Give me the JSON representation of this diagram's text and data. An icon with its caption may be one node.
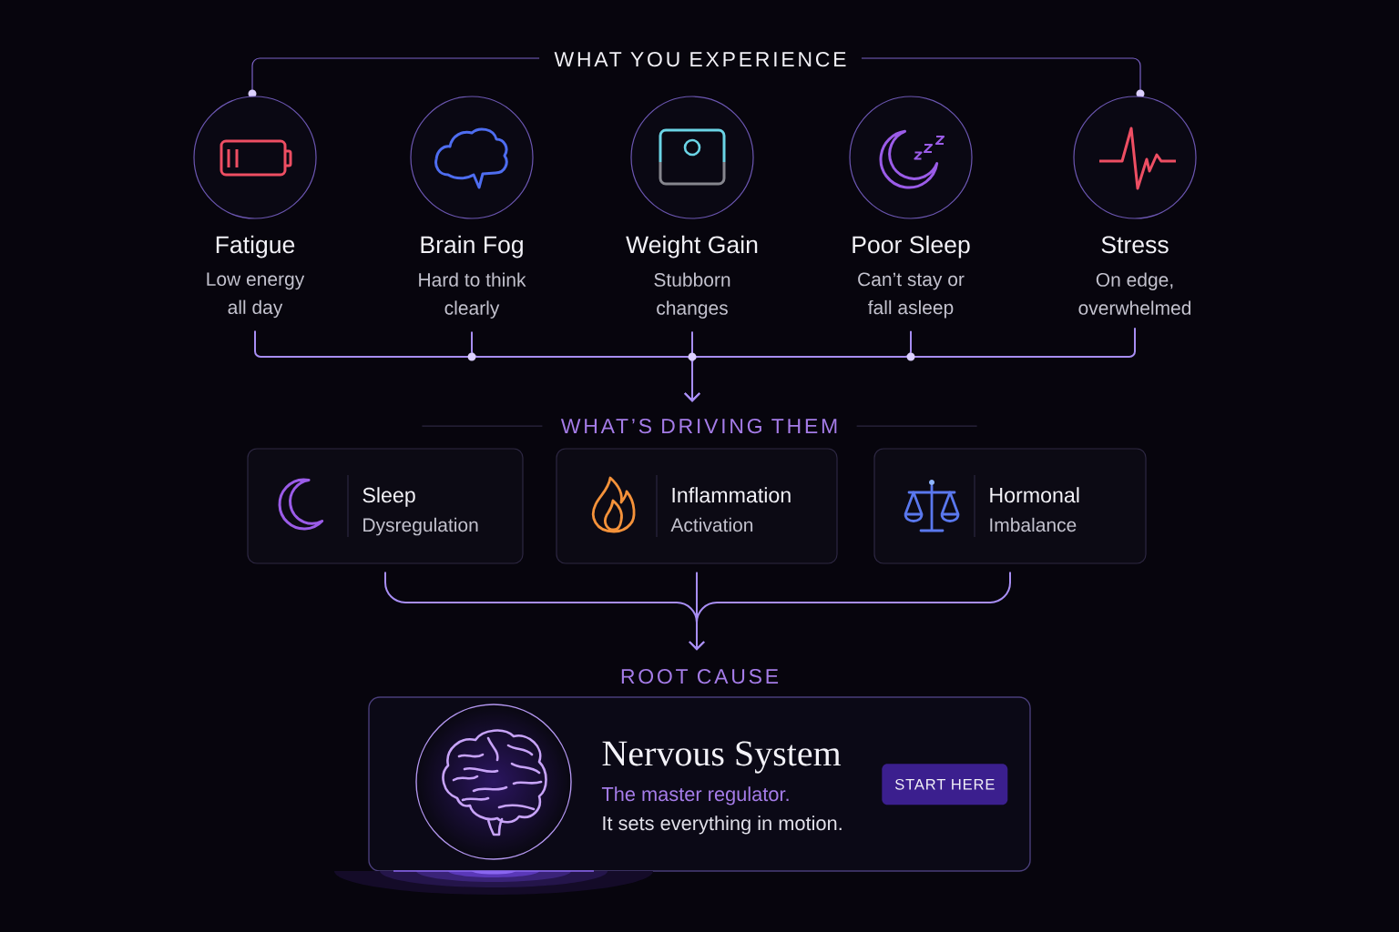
{
  "diagram": {
    "nodes": [
      {
        "text": [
          "Fatigue",
          "Low energy all day"
        ]
      },
      {
        "text": [
          "Brain Fog",
          "Hard to think clearly"
        ]
      },
      {
        "text": [
          "Weight Gain",
          "Stubborn changes"
        ]
      },
      {
        "text": [
          "Poor Sleep",
          "Can’t stay or fall asleep"
        ]
      },
      {
        "text": [
          "Stress",
          "On edge, overwhelmed"
        ]
      },
      {
        "text": [
          "WHAT’S DRIVING THEM"
        ]
      },
      {
        "text": [
          "Sleep",
          "Dysregulation"
        ]
      },
      {
        "text": [
          "Inflammation",
          "Activation"
        ]
      },
      {
        "text": [
          "Hormonal",
          "Imbalance"
        ]
      },
      {
        "text": [
          "ROOT CAUSE"
        ]
      },
      {
        "text": [
          "Nervous System",
          "The master regulator.",
          "It sets everything in motion."
        ]
      },
      {
        "text": [
          "START HERE"
        ],
        "in": 10
      }
    ],
    "edges": [
      {
        "from": 0,
        "to": 5,
        "arrow": "to"
      },
      {
        "from": 1,
        "to": 5,
        "arrow": "to"
      },
      {
        "from": 2,
        "to": 5,
        "arrow": "to"
      },
      {
        "from": 3,
        "to": 5,
        "arrow": "to"
      },
      {
        "from": 4,
        "to": 5,
        "arrow": "to"
      },
      {
        "from": 6,
        "to": 9,
        "arrow": "to"
      },
      {
        "from": 7,
        "to": 9,
        "arrow": "to"
      },
      {
        "from": 8,
        "to": 9,
        "arrow": "to"
      }
    ],
    "labels": [
      "WHAT YOU EXPERIENCE"
    ]
  }
}
